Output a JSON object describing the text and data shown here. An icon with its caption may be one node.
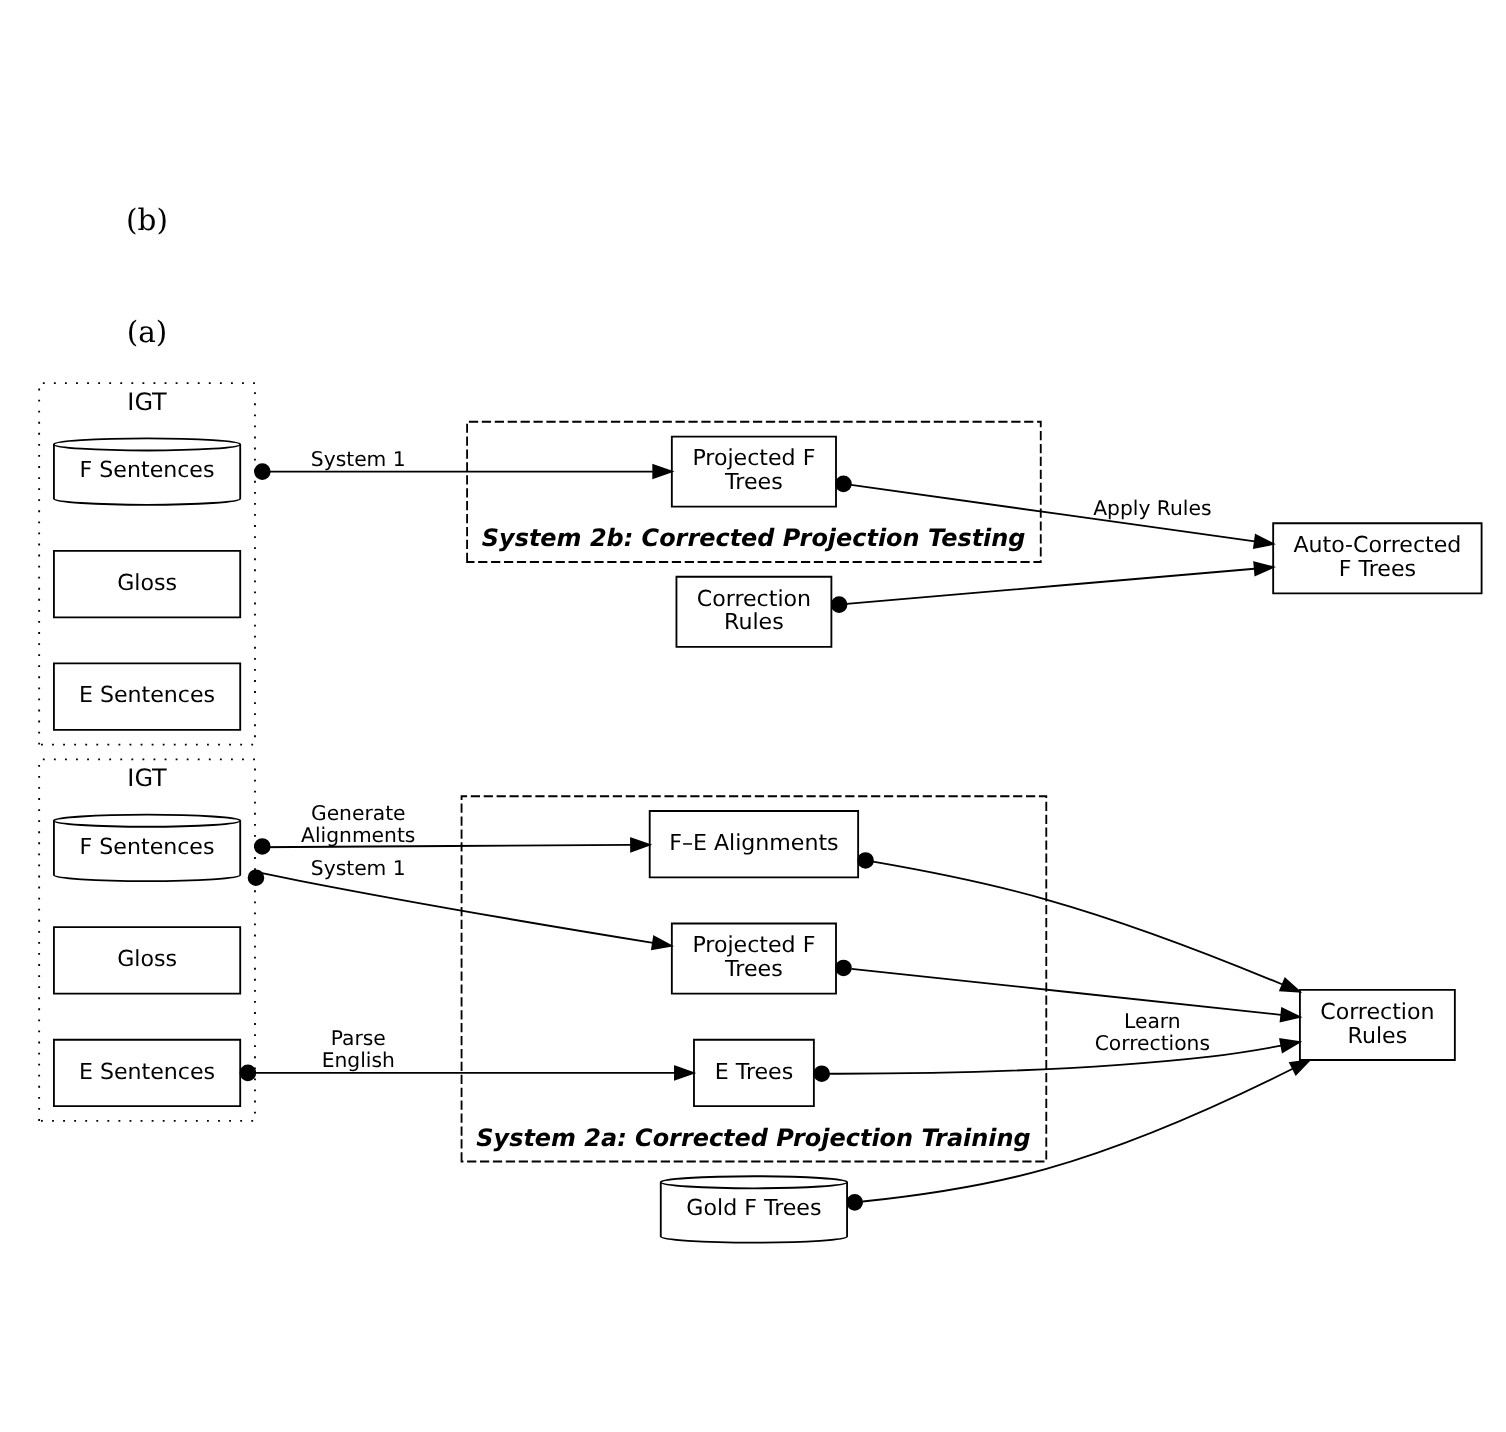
{
  "diagram": {
    "nodes": [
      {
        "text": [
          "IGT"
        ]
      },
      {
        "text": [
          "F Sentences"
        ],
        "in": 0
      },
      {
        "text": [
          "Gloss"
        ],
        "in": 0
      },
      {
        "text": [
          "E Sentences"
        ],
        "in": 0
      },
      {
        "text": [
          "System 2a: Corrected Projection Training"
        ]
      },
      {
        "text": [
          "F–E Alignments"
        ],
        "in": 4
      },
      {
        "text": [
          "E Trees"
        ],
        "in": 4
      },
      {
        "text": [
          "Projected F Trees"
        ],
        "in": 4
      },
      {
        "text": [
          "Gold F Trees"
        ]
      },
      {
        "text": [
          "Correction Rules"
        ]
      },
      {
        "text": [
          "IGT"
        ]
      },
      {
        "text": [
          "F Sentences"
        ],
        "in": 10
      },
      {
        "text": [
          "Gloss"
        ],
        "in": 10
      },
      {
        "text": [
          "E Sentences"
        ],
        "in": 10
      },
      {
        "text": [
          "System 2b: Corrected Projection Testing"
        ]
      },
      {
        "text": [
          "Projected F Trees"
        ],
        "in": 14
      },
      {
        "text": [
          "Correction Rules"
        ]
      },
      {
        "text": [
          "Auto-Corrected F Trees"
        ]
      }
    ],
    "edges": [
      {
        "from": 0,
        "to": 5,
        "arrow": "to",
        "label": "Generate Alignments"
      },
      {
        "from": 3,
        "to": 6,
        "arrow": "to",
        "label": "Parse English"
      },
      {
        "from": 0,
        "to": 7,
        "arrow": "to",
        "label": "System 1"
      },
      {
        "from": 5,
        "to": 9,
        "arrow": "to"
      },
      {
        "from": 6,
        "to": 9,
        "arrow": "to",
        "label": "Learn Corrections"
      },
      {
        "from": 7,
        "to": 9,
        "arrow": "to"
      },
      {
        "from": 8,
        "to": 9,
        "arrow": "to"
      },
      {
        "from": 10,
        "to": 15,
        "arrow": "to",
        "label": "System 1"
      },
      {
        "from": 15,
        "to": 17,
        "arrow": "to",
        "label": "Apply Rules"
      },
      {
        "from": 16,
        "to": 17,
        "arrow": "to"
      }
    ],
    "labels": [
      "(a)",
      "(b)"
    ]
  }
}
